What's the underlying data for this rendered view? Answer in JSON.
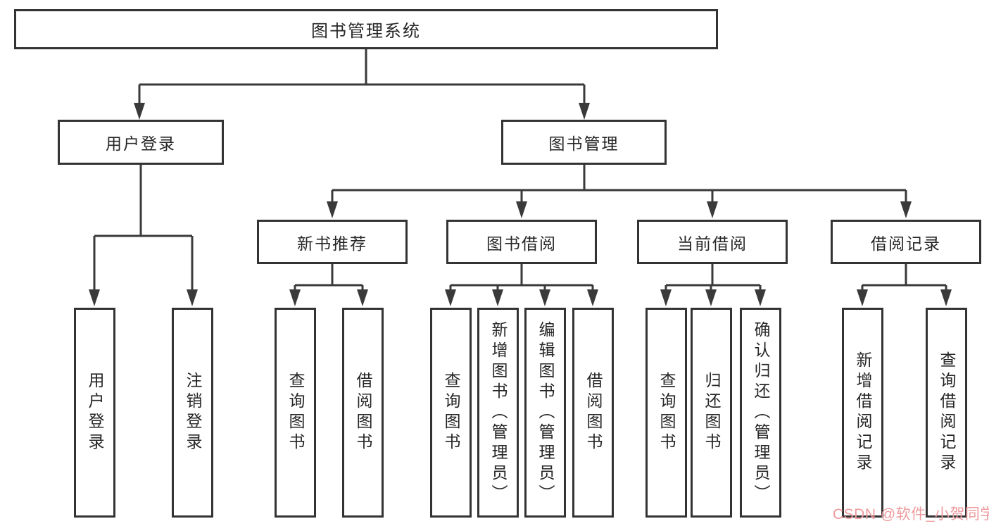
{
  "colors": {
    "line": "#3a3a3a",
    "box_border": "#333333",
    "text": "#262626",
    "watermark": "#ee9a9d"
  },
  "nodes": {
    "root": "图书管理系统",
    "level2": [
      {
        "label": "用户登录"
      },
      {
        "label": "图书管理"
      }
    ],
    "level3": [
      {
        "label": "新书推荐"
      },
      {
        "label": "图书借阅"
      },
      {
        "label": "当前借阅"
      },
      {
        "label": "借阅记录"
      }
    ],
    "leaves": {
      "user_login": [
        "用户登录",
        "注销登录"
      ],
      "new_book_recommend": [
        "查询图书",
        "借阅图书"
      ],
      "book_borrow": [
        "查询图书",
        "新增图书（管理员）",
        "编辑图书（管理员）",
        "借阅图书"
      ],
      "current_borrow": [
        "查询图书",
        "归还图书",
        "确认归还（管理员）"
      ],
      "borrow_records": [
        "新增借阅记录",
        "查询借阅记录"
      ]
    }
  },
  "watermark": {
    "text": "CSDN @软件_小贺同学"
  }
}
